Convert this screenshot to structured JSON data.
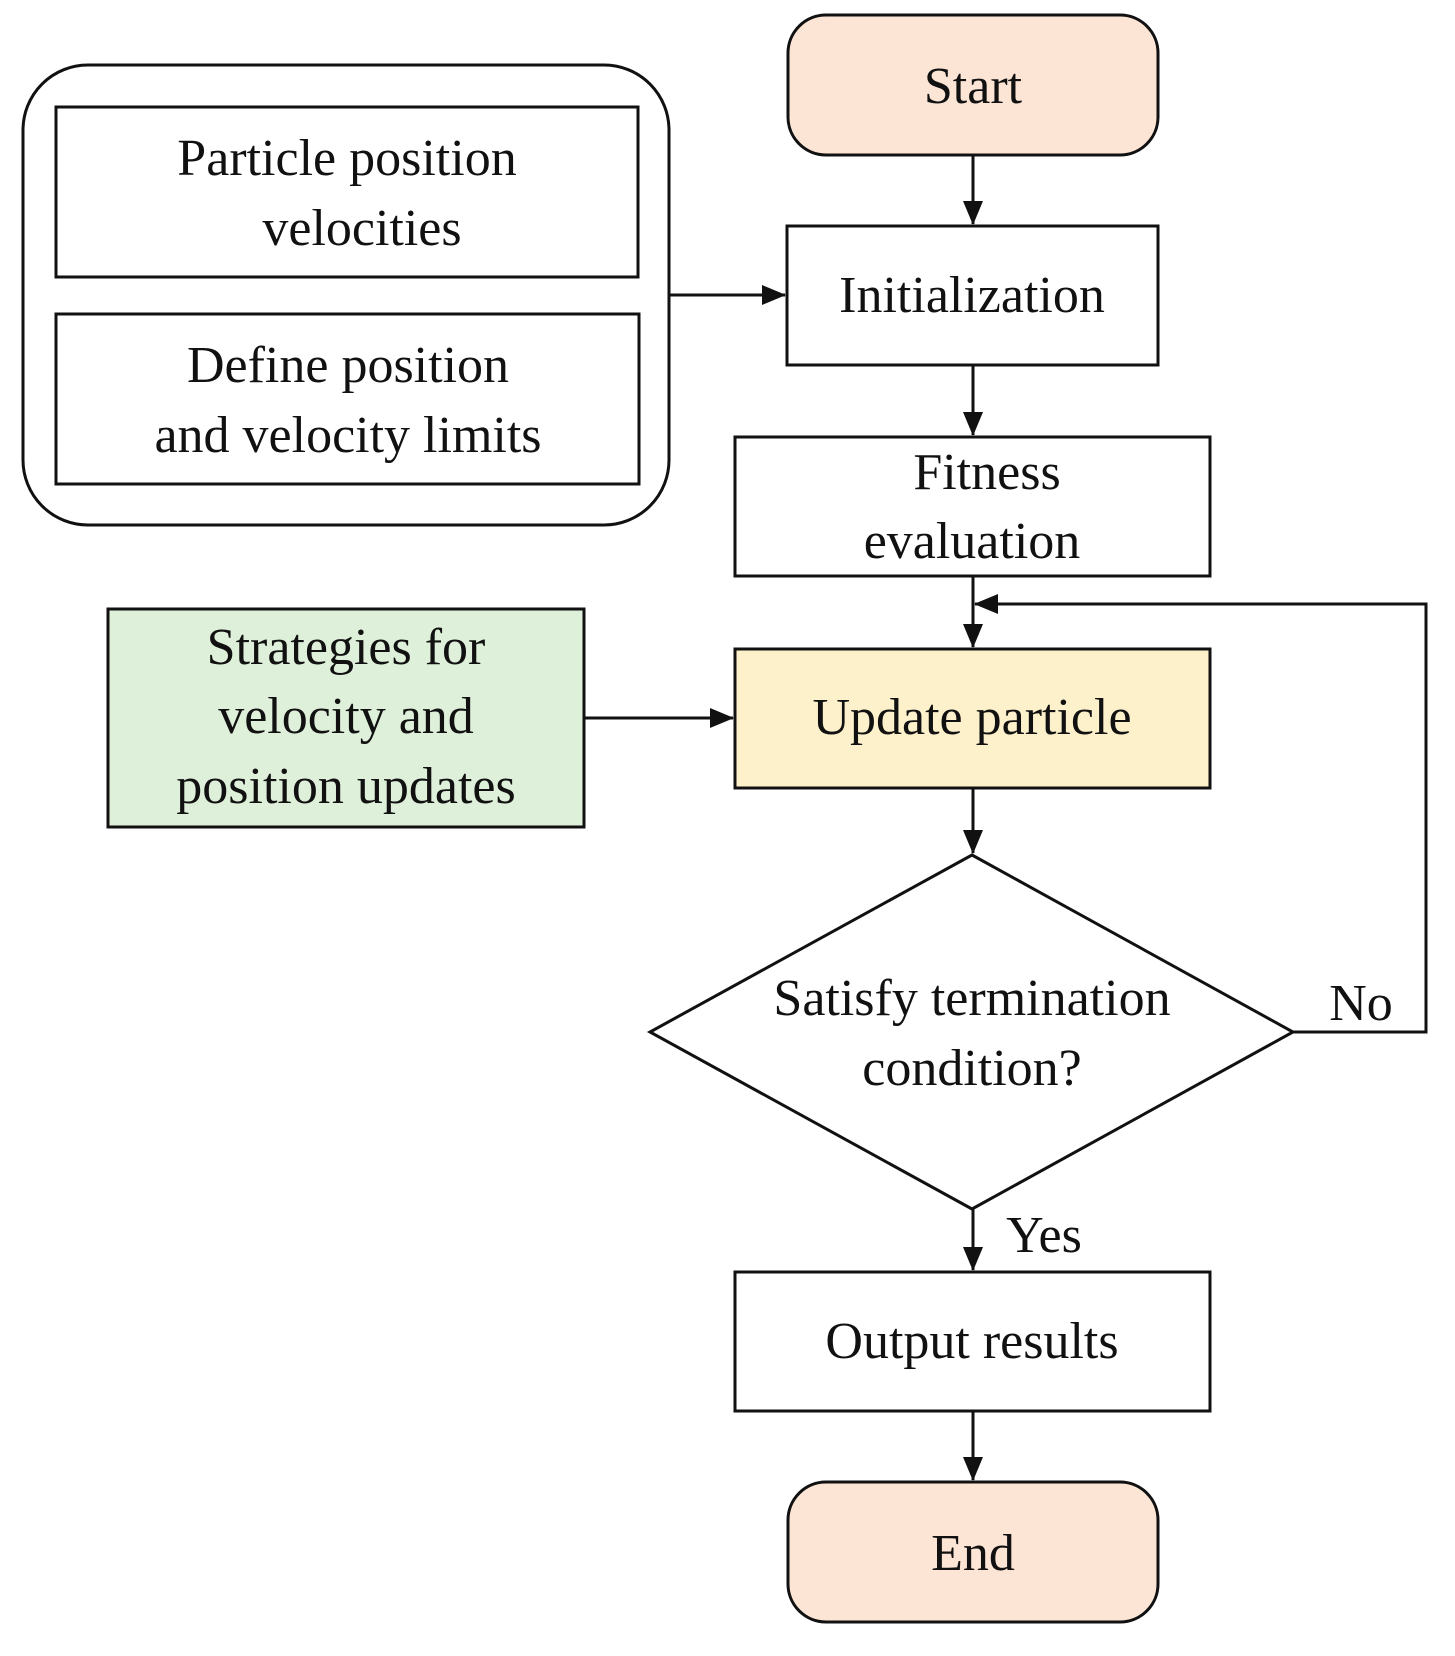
{
  "colors": {
    "terminal_fill": "#fde5d6",
    "process_fill": "#ffffff",
    "strategy_fill": "#dff0da",
    "update_fill": "#fdf1cc",
    "stroke": "#111111"
  },
  "nodes": {
    "start": {
      "label": "Start"
    },
    "init_group": {
      "particle_box": {
        "line1": "Particle position",
        "line2": "velocities"
      },
      "limits_box": {
        "line1": "Define position",
        "line2": "and velocity limits"
      }
    },
    "initialization": {
      "label": "Initialization"
    },
    "fitness": {
      "line1": "Fitness",
      "line2": "evaluation"
    },
    "strategies": {
      "line1": "Strategies for",
      "line2": "velocity and",
      "line3": "position updates"
    },
    "update": {
      "label": "Update particle"
    },
    "decision": {
      "line1": "Satisfy termination",
      "line2": "condition?"
    },
    "output": {
      "label": "Output results"
    },
    "end": {
      "label": "End"
    }
  },
  "edges": {
    "no_label": "No",
    "yes_label": "Yes"
  }
}
